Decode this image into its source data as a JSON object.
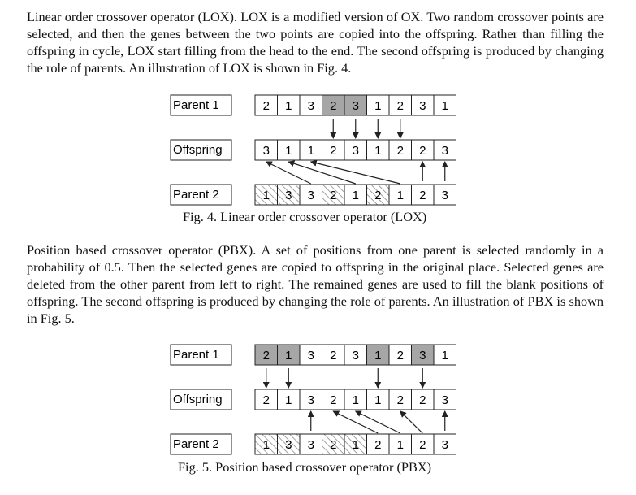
{
  "paragraph_lox": "Linear order crossover operator (LOX). LOX is a modified version of OX. Two random crossover points are selected, and then the genes between the two points are copied into the offspring. Rather than filling the offspring in cycle, LOX start filling from the head to the end. The second offspring is produced by changing the role of parents. An illustration of LOX is shown in Fig. 4.",
  "paragraph_pbx": "Position based crossover operator (PBX). A set of positions from one parent is selected randomly in a probability of 0.5. Then the selected genes are copied to offspring in the original place. Selected genes are deleted from the other parent from left to right. The remained genes are used to fill the blank positions of offspring. The second offspring is produced by changing the role of parents. An illustration of PBX is shown in Fig. 5.",
  "figures": [
    {
      "caption": "Fig. 4. Linear order crossover operator (LOX)",
      "labels": [
        "Parent 1",
        "Offspring",
        "Parent 2"
      ],
      "parent1": [
        "2",
        "1",
        "3",
        "2",
        "3",
        "1",
        "2",
        "3",
        "1"
      ],
      "parent1_selected": [
        false,
        false,
        false,
        true,
        true,
        false,
        false,
        false,
        false
      ],
      "offspring": [
        "3",
        "1",
        "1",
        "2",
        "3",
        "1",
        "2",
        "2",
        "3"
      ],
      "parent2": [
        "1",
        "3",
        "3",
        "2",
        "1",
        "2",
        "1",
        "2",
        "3"
      ],
      "parent2_deleted": [
        true,
        true,
        false,
        true,
        false,
        true,
        false,
        false,
        false
      ]
    },
    {
      "caption": "Fig. 5. Position based crossover operator (PBX)",
      "labels": [
        "Parent 1",
        "Offspring",
        "Parent 2"
      ],
      "parent1": [
        "2",
        "1",
        "3",
        "2",
        "3",
        "1",
        "2",
        "3",
        "1"
      ],
      "parent1_selected": [
        true,
        true,
        false,
        false,
        false,
        true,
        false,
        true,
        false
      ],
      "offspring": [
        "2",
        "1",
        "3",
        "2",
        "1",
        "1",
        "2",
        "2",
        "3"
      ],
      "parent2": [
        "1",
        "3",
        "3",
        "2",
        "1",
        "2",
        "1",
        "2",
        "3"
      ],
      "parent2_deleted": [
        true,
        true,
        false,
        true,
        true,
        false,
        false,
        false,
        false
      ]
    }
  ],
  "colors": {
    "selected_fill": "#a6a6a6",
    "hatch": "#777777",
    "text": "#111111"
  }
}
